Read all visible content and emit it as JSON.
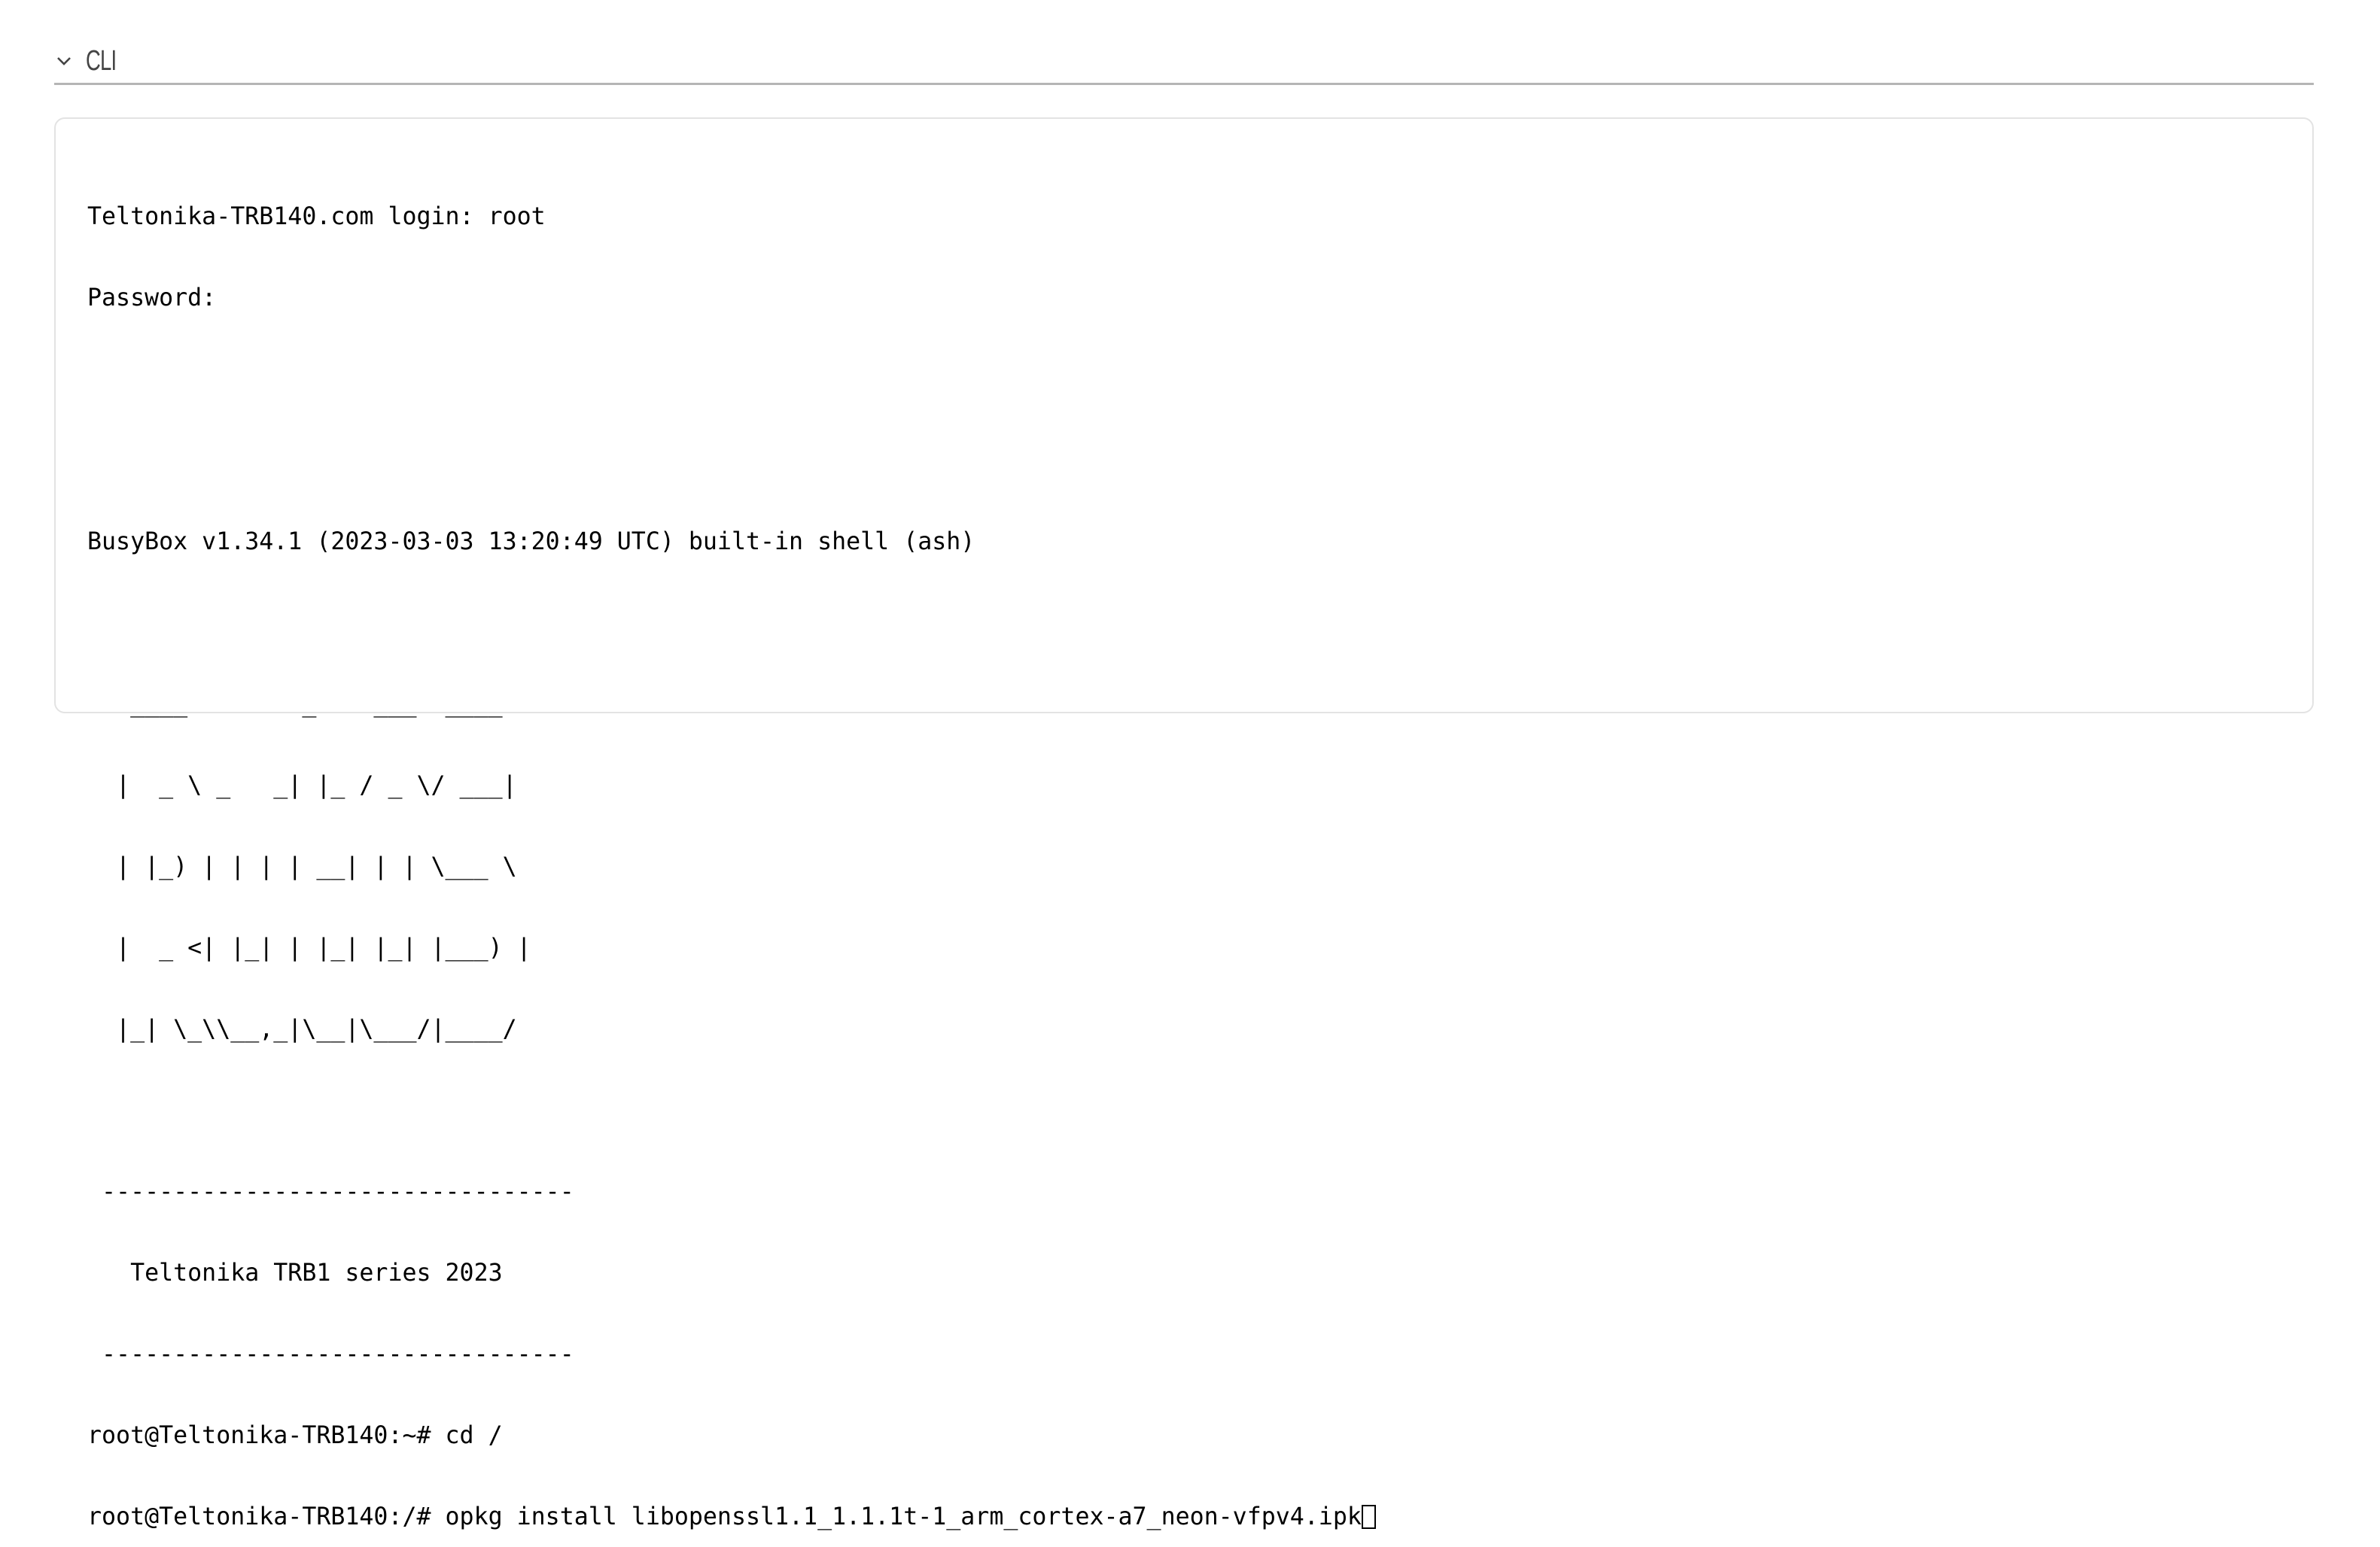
{
  "section": {
    "title": "CLI",
    "icon": "chevron-down-icon"
  },
  "terminal": {
    "lines": [
      "Teltonika-TRB140.com login: root",
      "Password:",
      "",
      "",
      "BusyBox v1.34.1 (2023-03-03 13:20:49 UTC) built-in shell (ash)",
      "",
      "   ____        _    ___  ____",
      "  |  _ \\ _   _| |_ / _ \\/ ___|",
      "  | |_) | | | | __| | | \\___ \\",
      "  |  _ <| |_| | |_| |_| |___) |",
      "  |_| \\_\\\\__,_|\\__|\\___/|____/",
      "",
      " ---------------------------------",
      "   Teltonika TRB1 series 2023",
      " ---------------------------------",
      "root@Teltonika-TRB140:~# cd /"
    ],
    "input_line": "root@Teltonika-TRB140:/# opkg install libopenssl1.1_1.1.1t-1_arm_cortex-a7_neon-vfpv4.ipk"
  }
}
